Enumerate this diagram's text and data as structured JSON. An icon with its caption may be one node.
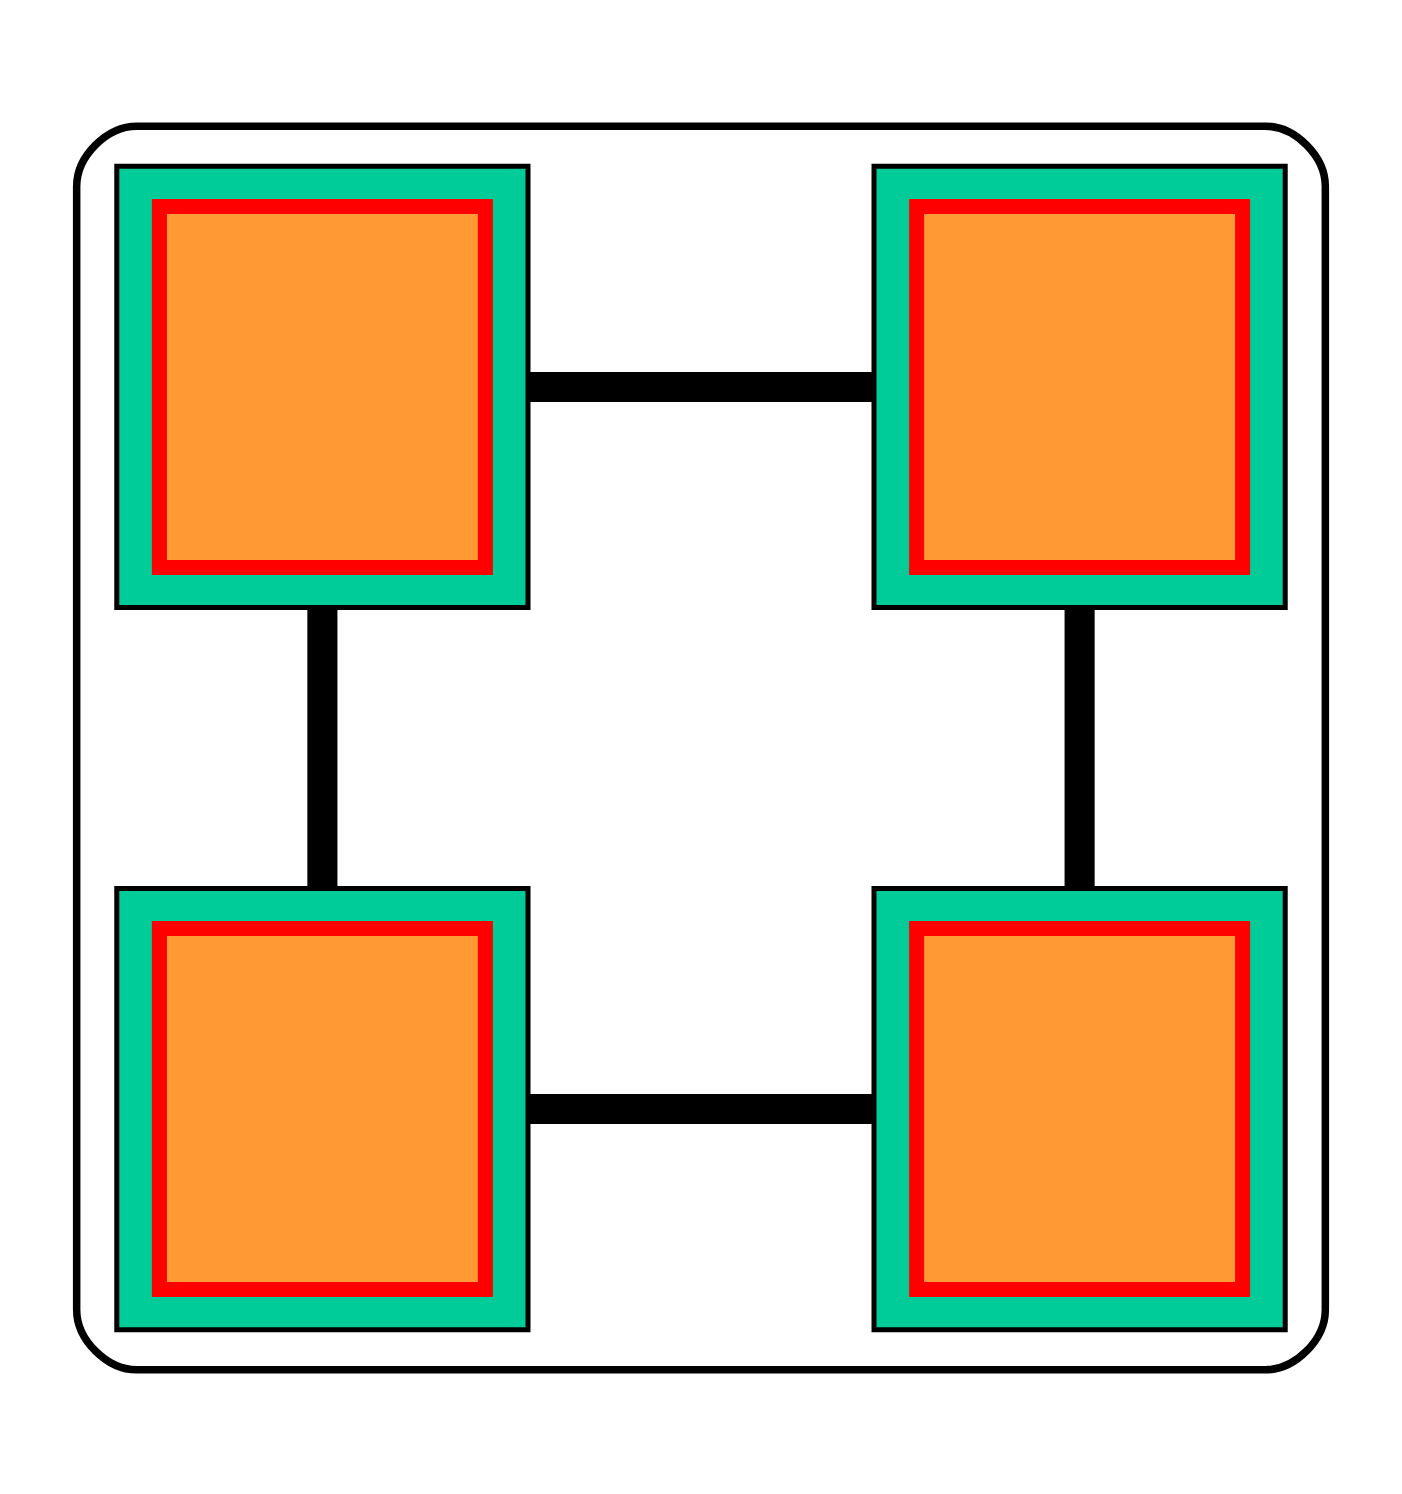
{
  "diagram": {
    "nodes": [
      {
        "text": [],
        "shape": "cloud"
      },
      {
        "text": [],
        "shape": "box",
        "in": 0
      },
      {
        "text": [],
        "shape": "box",
        "in": 1
      },
      {
        "text": [],
        "shape": "box",
        "in": 0
      },
      {
        "text": [],
        "shape": "box",
        "in": 3
      },
      {
        "text": [],
        "shape": "box",
        "in": 0
      },
      {
        "text": [],
        "shape": "box",
        "in": 5
      },
      {
        "text": [],
        "shape": "box",
        "in": 0
      },
      {
        "text": [],
        "shape": "box",
        "in": 7
      }
    ],
    "edges": [
      {
        "from": 1,
        "to": 3,
        "arrow": "none"
      },
      {
        "from": 1,
        "to": 5,
        "arrow": "none"
      },
      {
        "from": 3,
        "to": 7,
        "arrow": "none"
      },
      {
        "from": 5,
        "to": 7,
        "arrow": "none"
      }
    ]
  }
}
